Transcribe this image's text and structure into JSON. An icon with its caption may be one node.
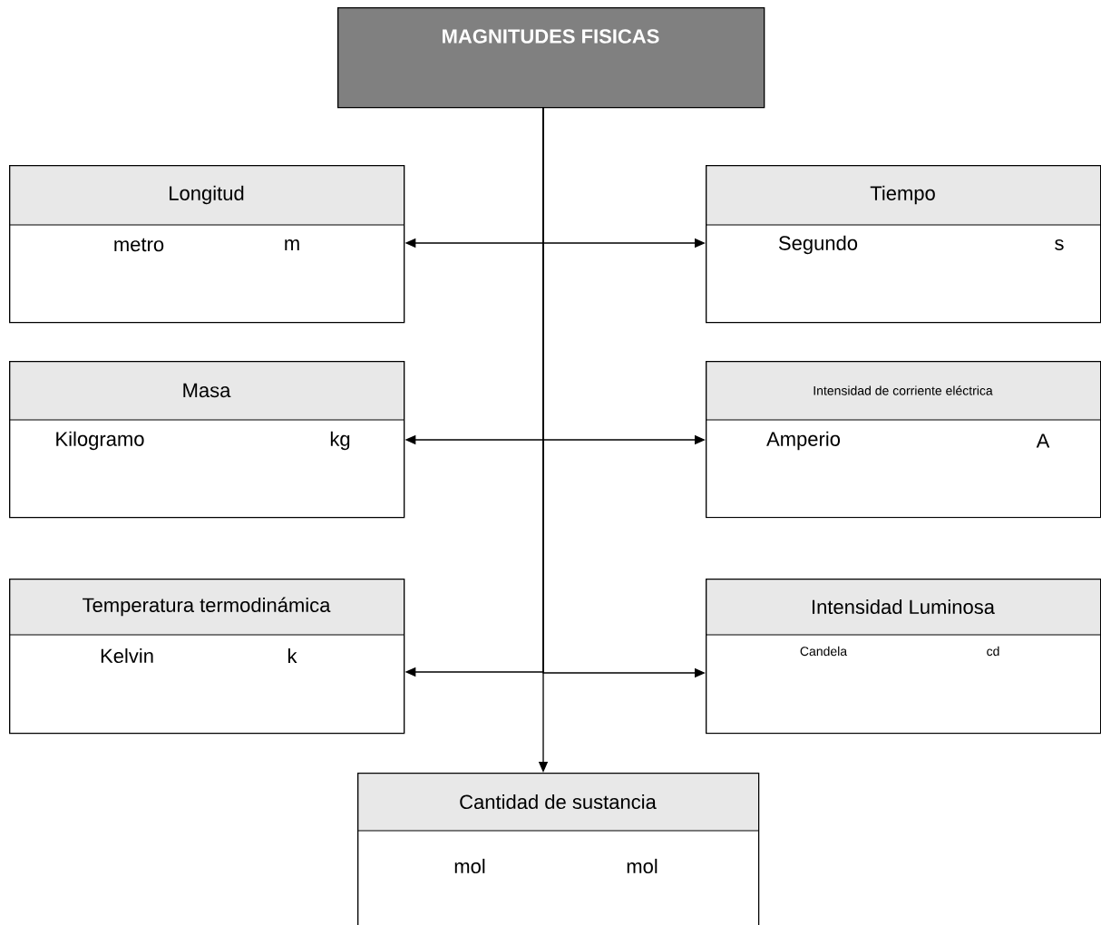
{
  "diagram": {
    "nodes": [
      {
        "text": [
          "MAGNITUDES FISICAS"
        ]
      },
      {
        "text": [
          "Longitud",
          "metro",
          "m"
        ]
      },
      {
        "text": [
          "Tiempo",
          "Segundo",
          "s"
        ]
      },
      {
        "text": [
          "Masa",
          "Kilogramo",
          "kg"
        ]
      },
      {
        "text": [
          "Intensidad de corriente eléctrica",
          "Amperio",
          "A"
        ]
      },
      {
        "text": [
          "Temperatura termodinámica",
          "Kelvin",
          "k"
        ]
      },
      {
        "text": [
          "Intensidad Luminosa",
          "Candela",
          "cd"
        ]
      },
      {
        "text": [
          "Cantidad de sustancia",
          "mol",
          "mol"
        ]
      }
    ],
    "edges": [
      {
        "from": 0,
        "to": 1,
        "arrow": "to"
      },
      {
        "from": 0,
        "to": 2,
        "arrow": "to"
      },
      {
        "from": 0,
        "to": 3,
        "arrow": "to"
      },
      {
        "from": 0,
        "to": 4,
        "arrow": "to"
      },
      {
        "from": 0,
        "to": 5,
        "arrow": "to"
      },
      {
        "from": 0,
        "to": 6,
        "arrow": "to"
      },
      {
        "from": 0,
        "to": 7,
        "arrow": "to"
      }
    ]
  }
}
